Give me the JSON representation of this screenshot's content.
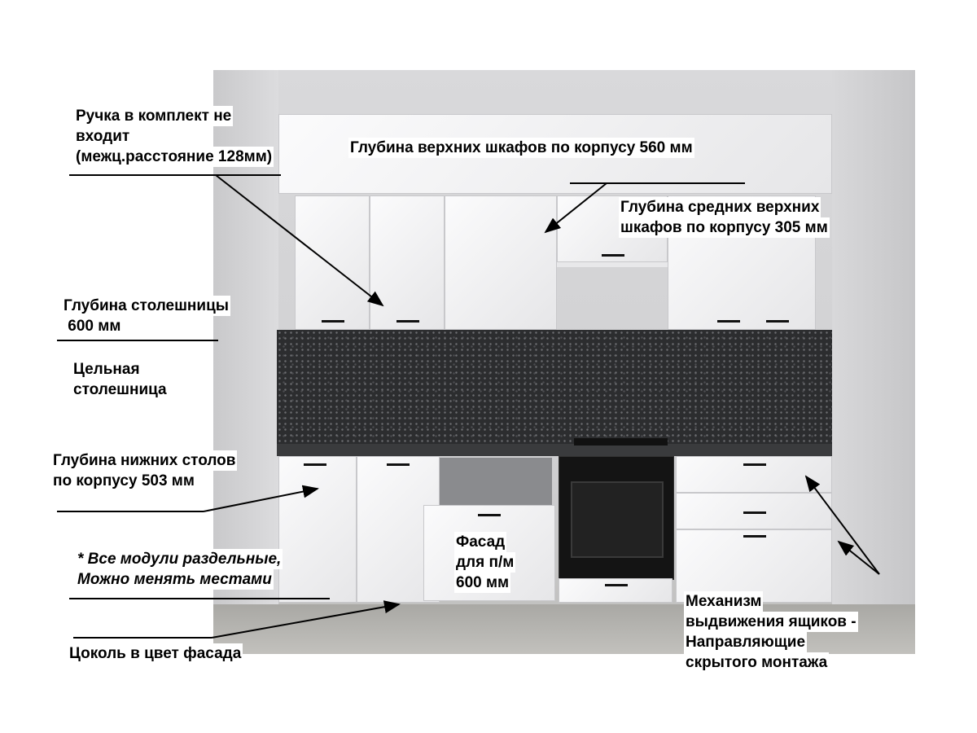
{
  "annotations": {
    "handle": [
      "Ручка в комплект не",
      "входит",
      "(межц.расстояние 128мм)"
    ],
    "upper_depth": "Глубина верхних шкафов по корпусу 560 мм",
    "middle_depth": [
      "Глубина средних верхних",
      "шкафов по корпусу 305 мм"
    ],
    "countertop_depth": [
      "Глубина столешницы",
      " 600 мм"
    ],
    "solid_countertop": [
      "Цельная",
      "столешница"
    ],
    "lower_depth": [
      "Глубина нижних столов",
      "по корпусу 503 мм"
    ],
    "modules_note": [
      "* Все модули раздельные,",
      "Можно менять местами"
    ],
    "plinth": "Цоколь в цвет фасада",
    "dishwasher_facade": [
      "Фасад",
      "для п/м",
      "600 мм"
    ],
    "drawer_mechanism": [
      "Механизм",
      "выдвижения ящиков -",
      "Направляющие",
      "скрытого монтажа"
    ]
  }
}
